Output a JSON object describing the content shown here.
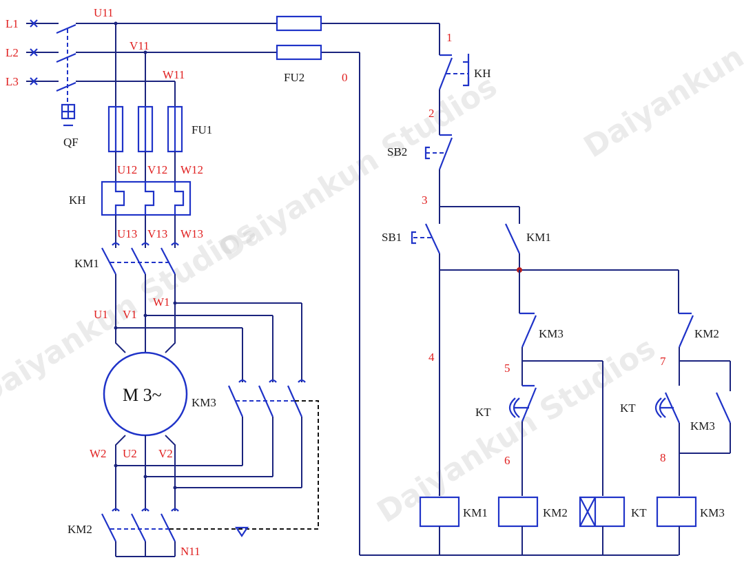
{
  "watermark": "Daiyankun Studios",
  "lines": {
    "l1": "L1",
    "l2": "L2",
    "l3": "L3"
  },
  "nodes": {
    "u11": "U11",
    "v11": "V11",
    "w11": "W11",
    "u12": "U12",
    "v12": "V12",
    "w12": "W12",
    "u13": "U13",
    "v13": "V13",
    "w13": "W13",
    "u1": "U1",
    "v1": "V1",
    "w1": "W1",
    "u2": "U2",
    "v2": "V2",
    "w2": "W2",
    "n11": "N11",
    "n0": "0",
    "n1": "1",
    "n2": "2",
    "n3": "3",
    "n4": "4",
    "n5": "5",
    "n6": "6",
    "n7": "7",
    "n8": "8"
  },
  "components": {
    "qf": "QF",
    "fu1": "FU1",
    "fu2": "FU2",
    "kh_power": "KH",
    "kh_control": "KH",
    "km1_power": "KM1",
    "km2_power": "KM2",
    "km3_power": "KM3",
    "sb1": "SB1",
    "sb2": "SB2",
    "km1_contact": "KM1",
    "km3_contact": "KM3",
    "km2_contact": "KM2",
    "kt_contact_left": "KT",
    "kt_contact_right": "KT",
    "km3_contact_aux": "KM3",
    "coil_km1": "KM1",
    "coil_km2": "KM2",
    "coil_kt": "KT",
    "coil_km3": "KM3"
  },
  "motor": {
    "label": "M 3~"
  },
  "colors": {
    "wire": "#1a237e",
    "symbol": "#1f33c8",
    "node_label": "#e02020",
    "component_label": "#1a1a1a",
    "mechanical_link": "#111111"
  }
}
